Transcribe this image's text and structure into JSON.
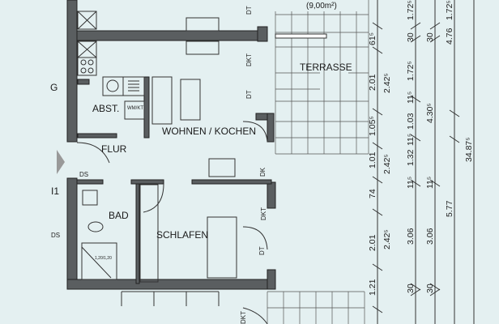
{
  "rooms": {
    "terrace": "TERRASSE",
    "terrace_area": "(9,00m²)",
    "storage": "ABST.",
    "wm_kt": "WM/KT",
    "living_kitchen": "WOHNEN / KOCHEN",
    "hall": "FLUR",
    "bath": "BAD",
    "bedroom": "SCHLAFEN",
    "shower_size": "1,20/1,20"
  },
  "marks": {
    "g": "G",
    "ds_top": "DS",
    "ds_left": "DS",
    "i1": "I1",
    "dt": "DT",
    "dkt": "DKT",
    "dk": "DK"
  },
  "dimensions": {
    "col1": [
      "61⁵",
      "2.01",
      "1.05⁵",
      "1.01",
      "74",
      "2.01",
      "1.21"
    ],
    "col2": [
      "2.42⁵",
      "2.42⁵",
      "2.42⁵"
    ],
    "col3": [
      "1.72⁵",
      "30",
      "1.72⁵",
      "11⁵",
      "1.03",
      "11⁵",
      "1.32",
      "11⁵",
      "3.06",
      "30"
    ],
    "col4": [
      "30",
      "4.30⁵",
      "11⁵",
      "3.06",
      "30"
    ],
    "col5": [
      "1.72⁵",
      "4.76",
      "34.87⁵",
      "5.77"
    ]
  },
  "colors": {
    "paper": "#e4f0f1",
    "wall": "#5a5e60"
  }
}
